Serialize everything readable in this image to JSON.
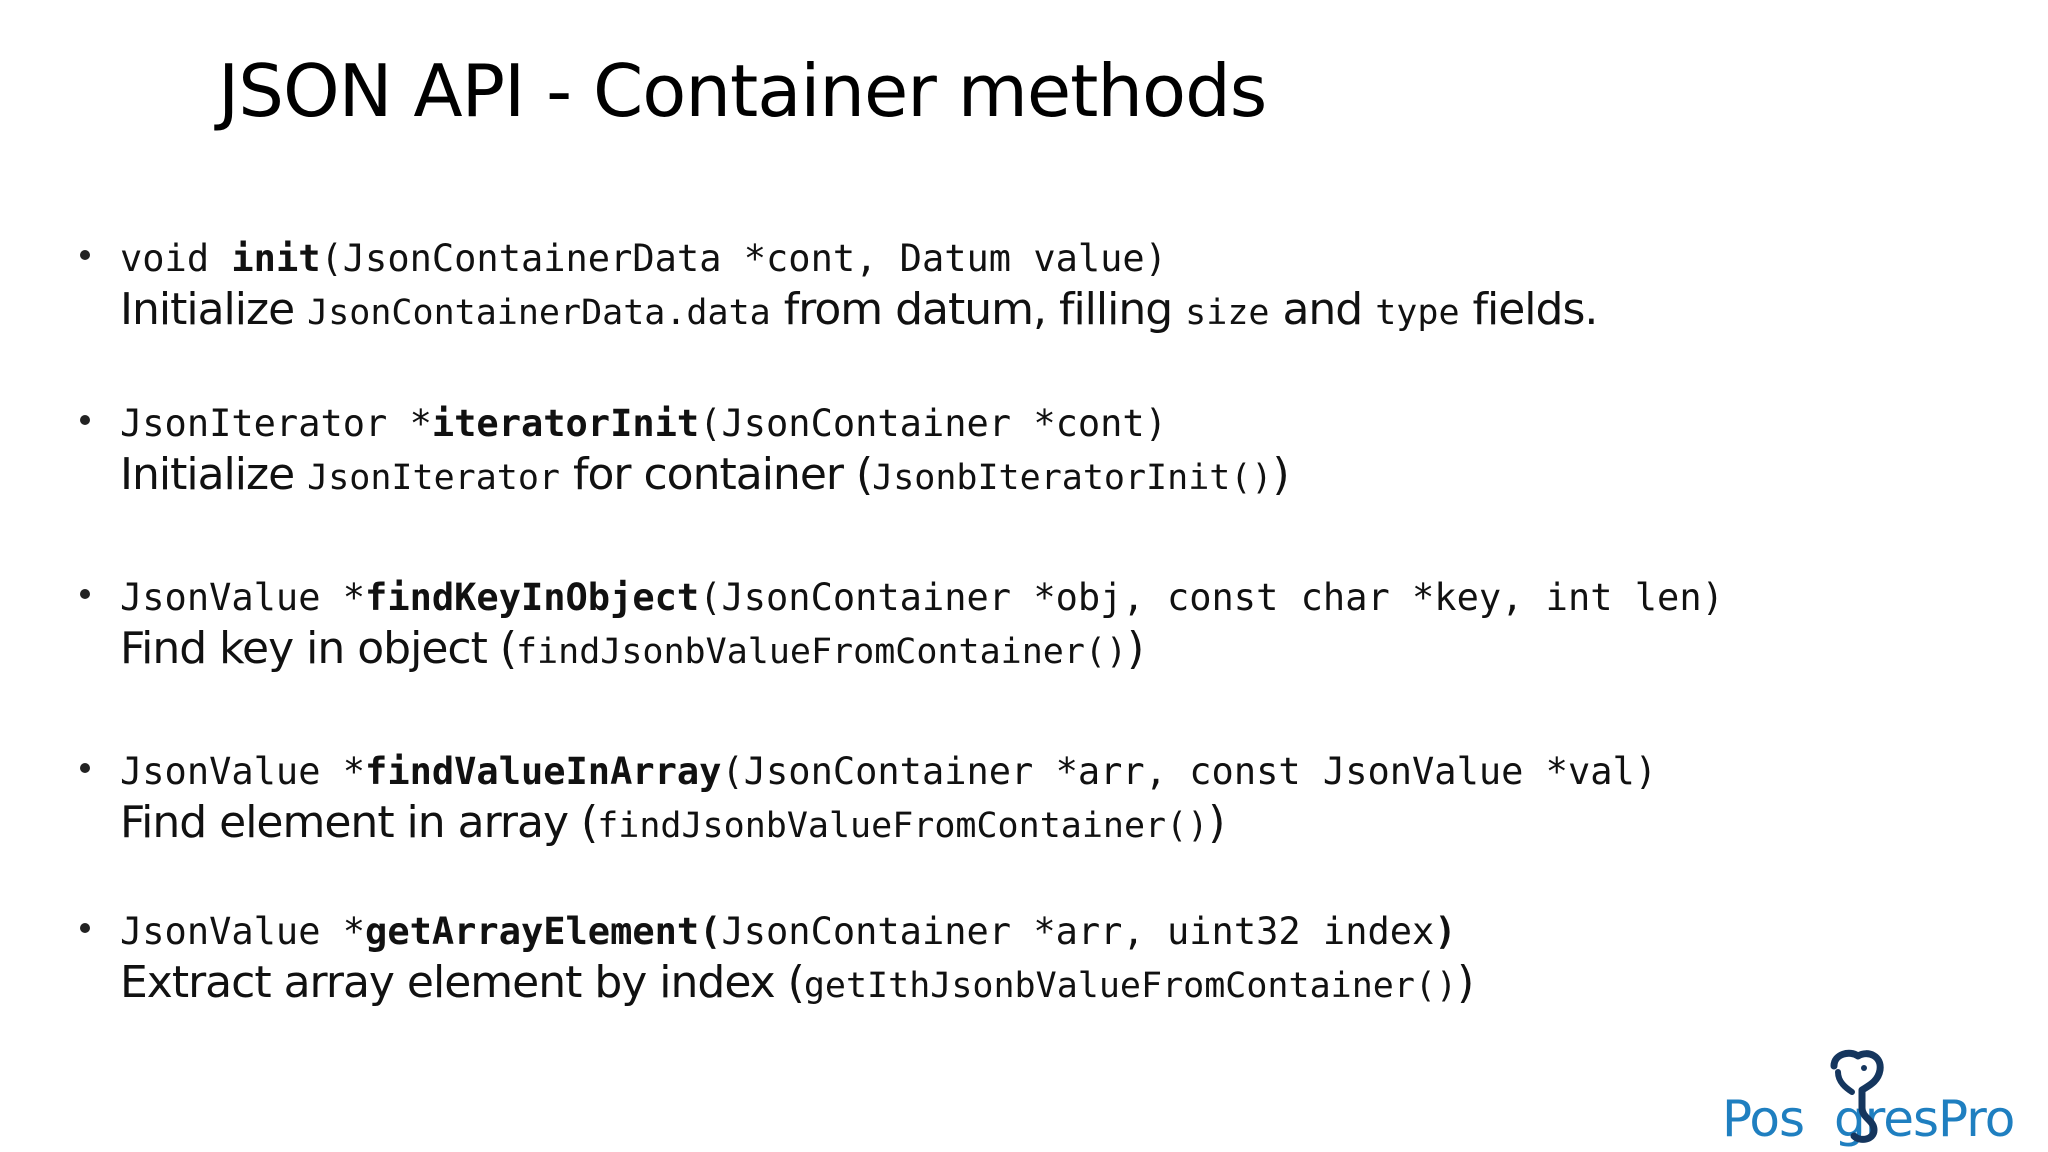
{
  "title": "JSON API - Container methods",
  "items": [
    {
      "sig_pre": "void ",
      "sig_name": "init",
      "sig_post": "(JsonContainerData *cont, Datum value)",
      "desc_parts": [
        "Initialize ",
        "JsonContainerData.data",
        " from datum, filling ",
        "size",
        " and ",
        "type",
        " fields."
      ]
    },
    {
      "sig_pre": "JsonIterator *",
      "sig_name": "iteratorInit",
      "sig_post": "(JsonContainer *cont)",
      "desc_parts": [
        "Initialize ",
        "JsonIterator",
        " for container (",
        "JsonbIteratorInit()",
        ")"
      ]
    },
    {
      "sig_pre": "JsonValue *",
      "sig_name": "findKeyInObject",
      "sig_post": "(JsonContainer *obj, const char *key, int len)",
      "desc_parts": [
        "Find key in object (",
        "findJsonbValueFromContainer()",
        ")"
      ]
    },
    {
      "sig_pre": "JsonValue *",
      "sig_name": "findValueInArray",
      "sig_post": "(JsonContainer *arr, const JsonValue *val)",
      "desc_parts": [
        "Find element in array (",
        "findJsonbValueFromContainer()",
        ")"
      ]
    },
    {
      "sig_pre": "JsonValue *",
      "sig_name": "getArrayElement(",
      "sig_mid": "JsonContainer *arr, uint32 index",
      "sig_post": ")",
      "desc_parts": [
        "Extract array element by index (",
        "getIthJsonbValueFromContainer()",
        ")"
      ]
    }
  ],
  "logo": {
    "text_pre": "Pos",
    "text_post": "gresPro",
    "color": "#1f7fc0"
  }
}
